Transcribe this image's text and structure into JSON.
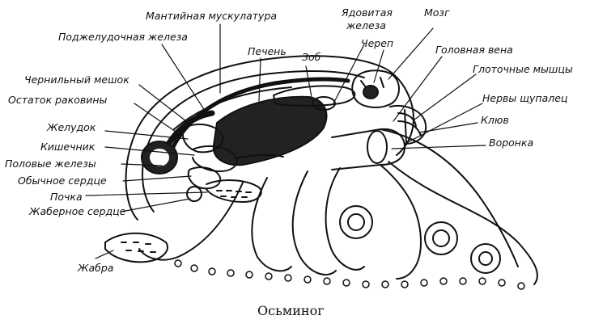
{
  "figure": {
    "caption": "Осьминог",
    "labels": {
      "mantle_muscles": "Мантийная мускулатура",
      "poison_gland": "Ядовитая железа",
      "brain": "Мозг",
      "pancreas": "Поджелудочная железа",
      "liver": "Печень",
      "crop": "Зоб",
      "skull": "Череп",
      "head_vein": "Головная вена",
      "pharynx_muscles": "Глоточные мышцы",
      "ink_sac": "Чернильный мешок",
      "shell_remnant": "Остаток раковины",
      "tentacle_nerves": "Нервы щупалец",
      "stomach": "Желудок",
      "beak": "Клюв",
      "intestine": "Кишечник",
      "funnel": "Воронка",
      "gonads": "Половые железы",
      "heart": "Обычное сердце",
      "kidney": "Почка",
      "gill_heart": "Жаберное сердце",
      "gill": "Жабра"
    }
  }
}
